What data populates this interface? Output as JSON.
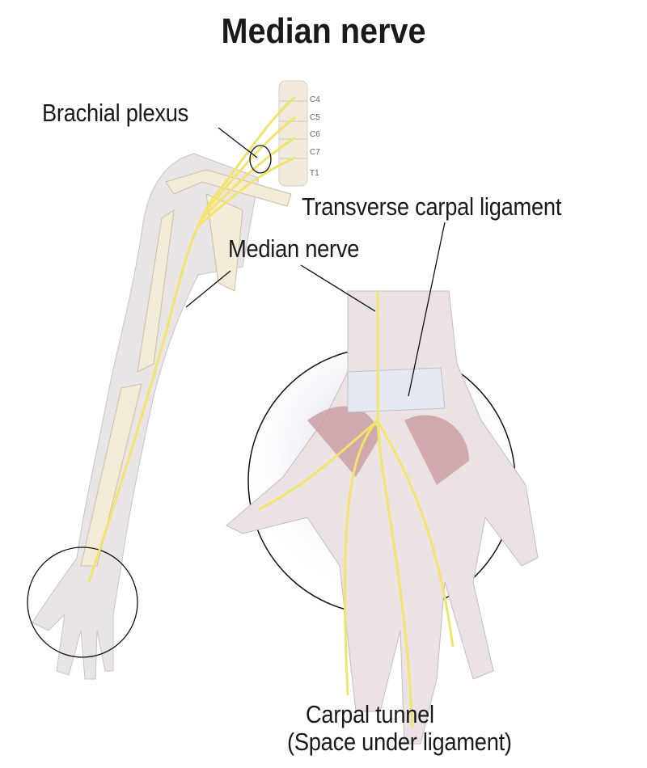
{
  "title": "Median nerve",
  "labels": {
    "brachial_plexus": "Brachial plexus",
    "transverse_carpal_ligament": "Transverse carpal ligament",
    "median_nerve": "Median nerve",
    "carpal_tunnel_line1": "Carpal tunnel",
    "carpal_tunnel_line2": "(Space under ligament)"
  },
  "vertebrae": [
    "C4",
    "C5",
    "C6",
    "C7",
    "T1"
  ],
  "colors": {
    "nerve": "#f2e36a",
    "skin": "#e8e4e4",
    "bone": "#f3ecd9",
    "muscle": "#c99a9f",
    "ligament": "#e4e8ef"
  }
}
